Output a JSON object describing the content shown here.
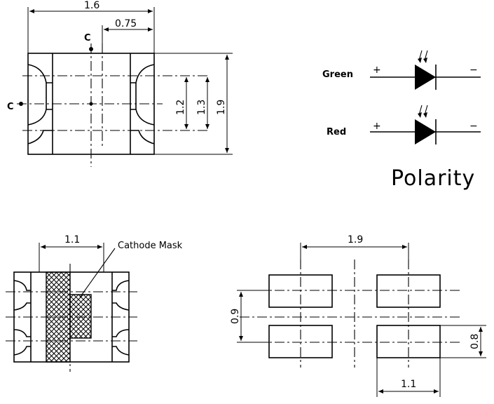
{
  "top_view": {
    "dim_width": "1.6",
    "dim_half": "0.75",
    "dim_pad": "1.2",
    "dim_mid": "1.3",
    "dim_height": "1.9",
    "center_mark_top": "C",
    "center_mark_left": "C"
  },
  "polarity": {
    "title": "Polarity",
    "green_label": "Green",
    "red_label": "Red",
    "plus": "+",
    "minus": "−"
  },
  "bottom_view": {
    "dim_width": "1.1",
    "mask_label": "Cathode Mask"
  },
  "footprint": {
    "dim_span": "1.9",
    "dim_pitch": "0.9",
    "dim_pad_h": "0.8",
    "dim_pad_w": "1.1"
  }
}
